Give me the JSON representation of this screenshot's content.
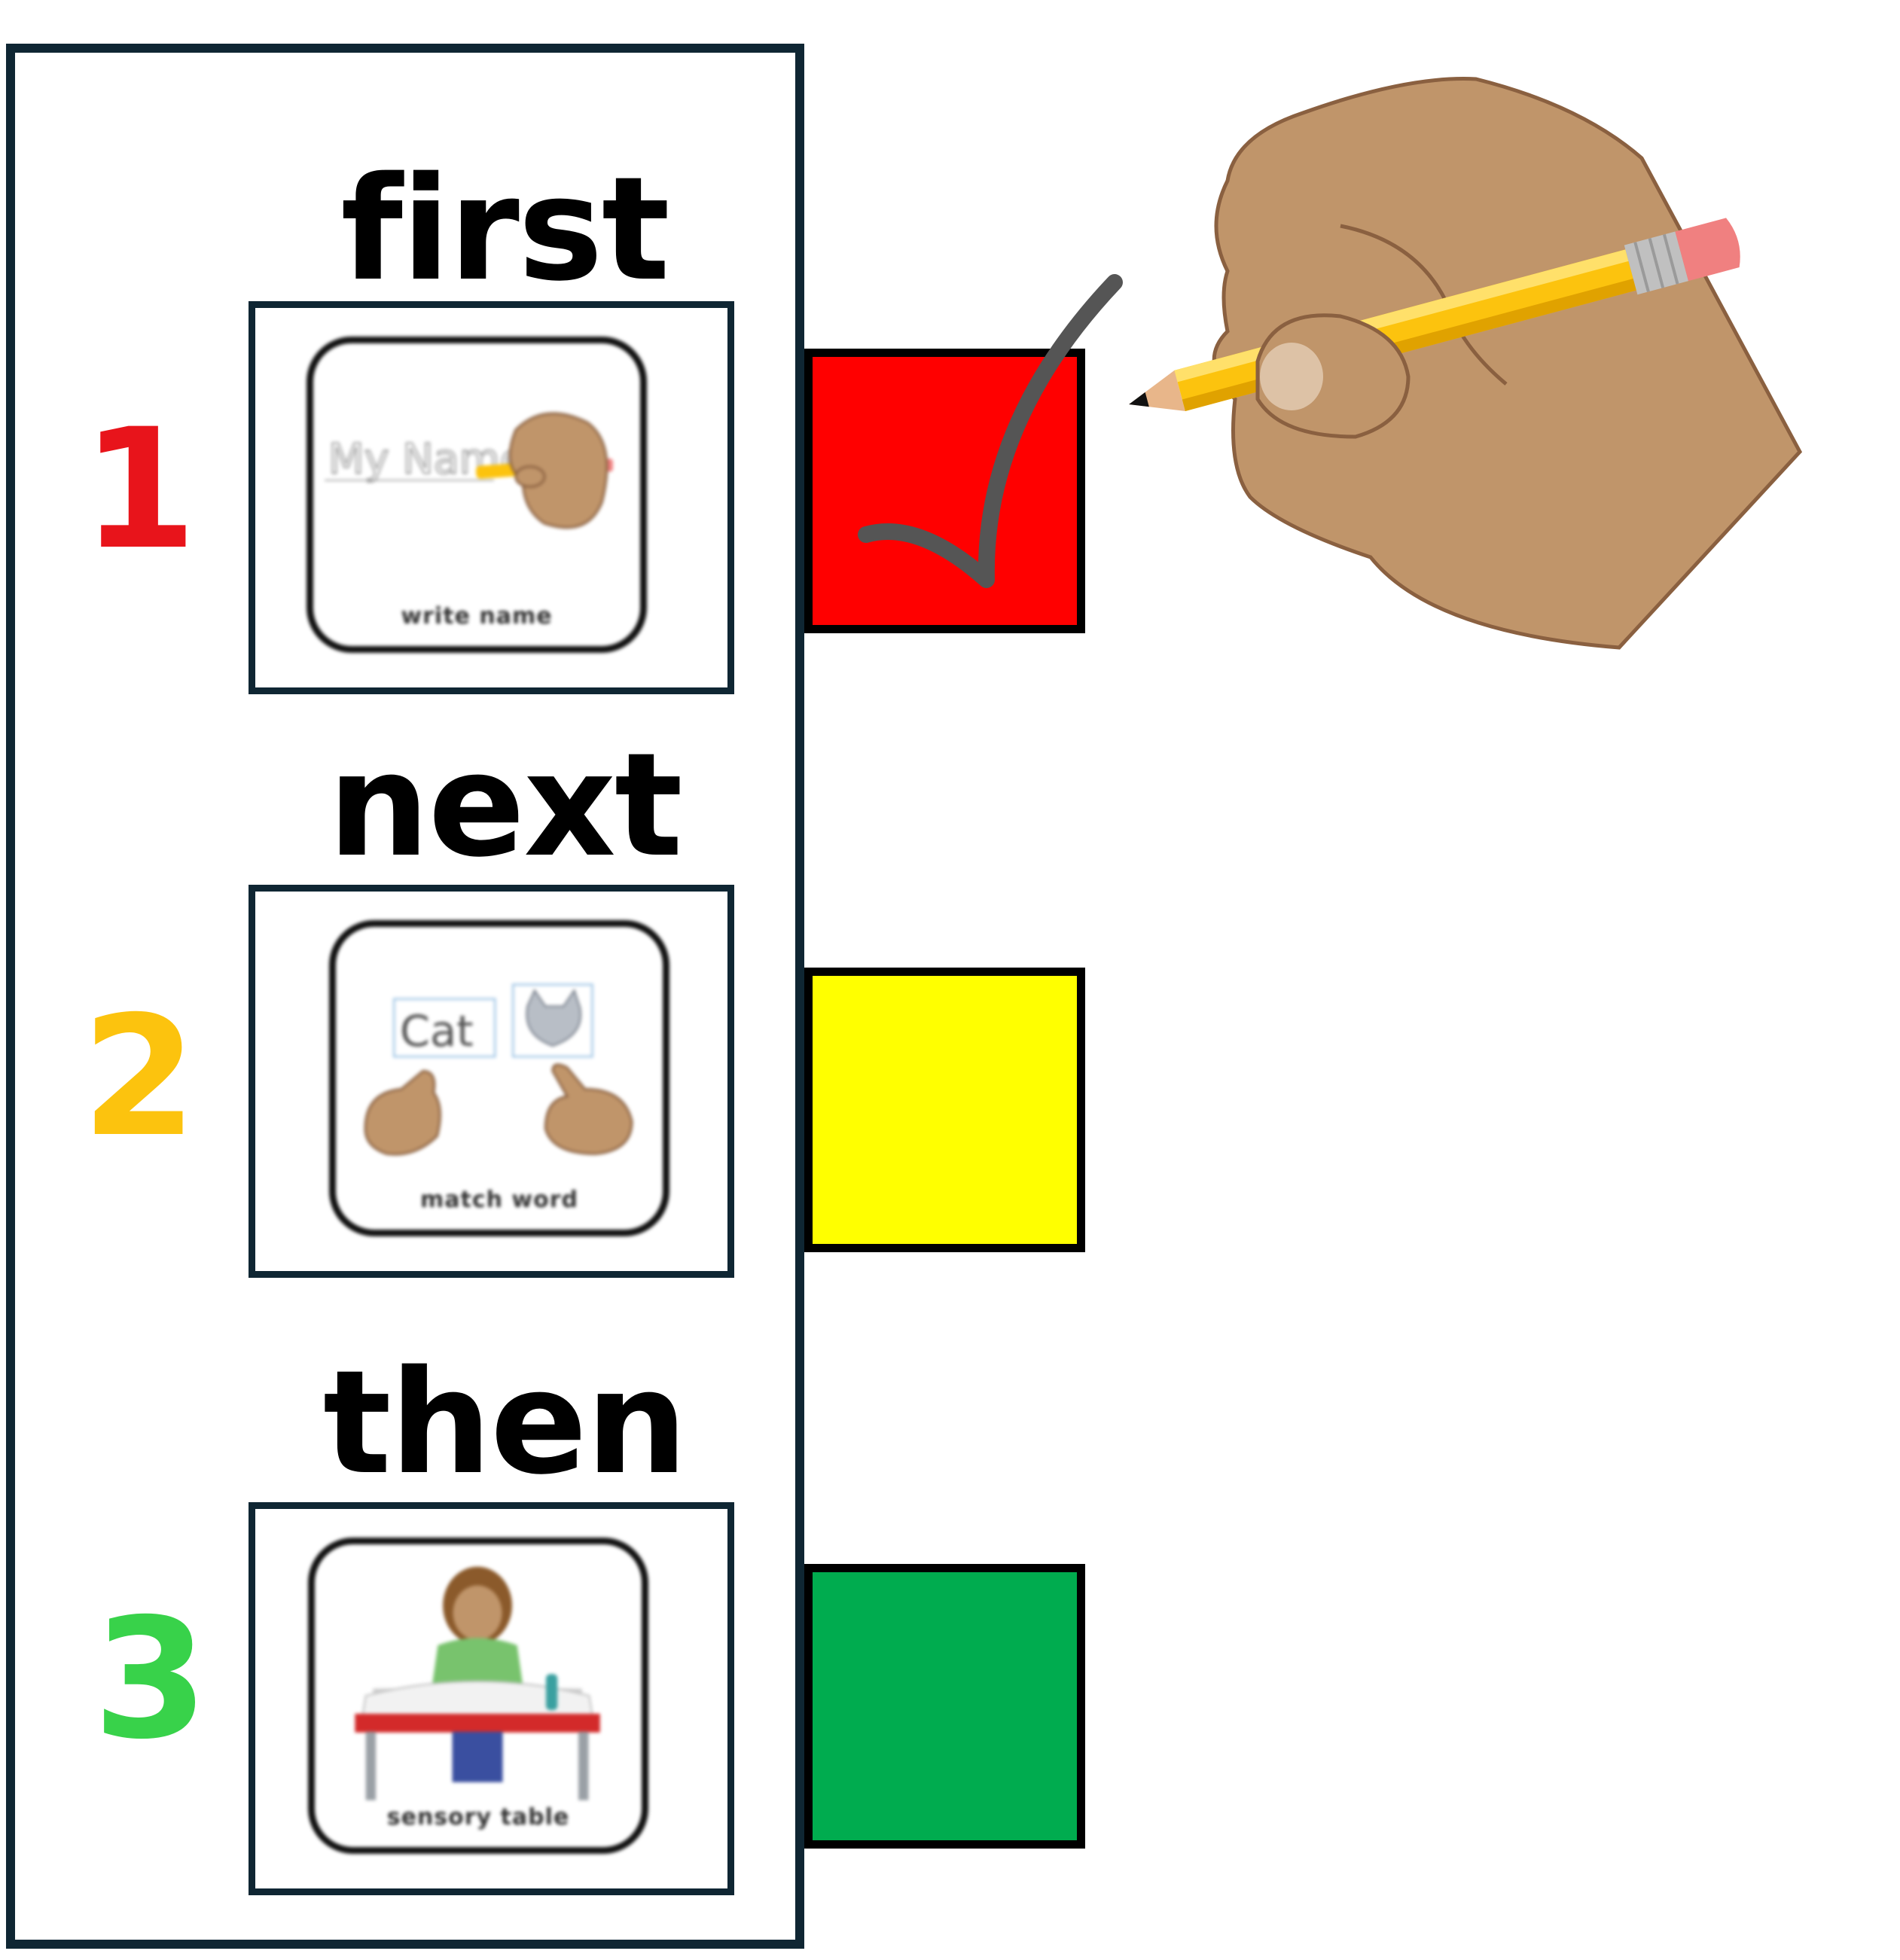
{
  "steps": [
    {
      "word": "first",
      "number": "1",
      "number_color": "#e8141b",
      "box_color": "#ff0000",
      "caption": "write name",
      "card_label": "My Name",
      "checked": true
    },
    {
      "word": "next",
      "number": "2",
      "number_color": "#fcc30e",
      "box_color": "#ffff00",
      "caption": "match word",
      "card_label": "Cat",
      "checked": false
    },
    {
      "word": "then",
      "number": "3",
      "number_color": "#38d24a",
      "box_color": "#00ac4f",
      "caption": "sensory table",
      "checked": false
    }
  ],
  "colors": {
    "frame": "#0f2633",
    "skin": "#c0956a",
    "pencil": "#fcc30e",
    "eraser": "#f08080",
    "check_mark": "#555555"
  },
  "icons": [
    "hand-with-pencil-icon",
    "check-mark-icon",
    "write-name-icon",
    "match-word-icon",
    "sensory-table-icon"
  ]
}
